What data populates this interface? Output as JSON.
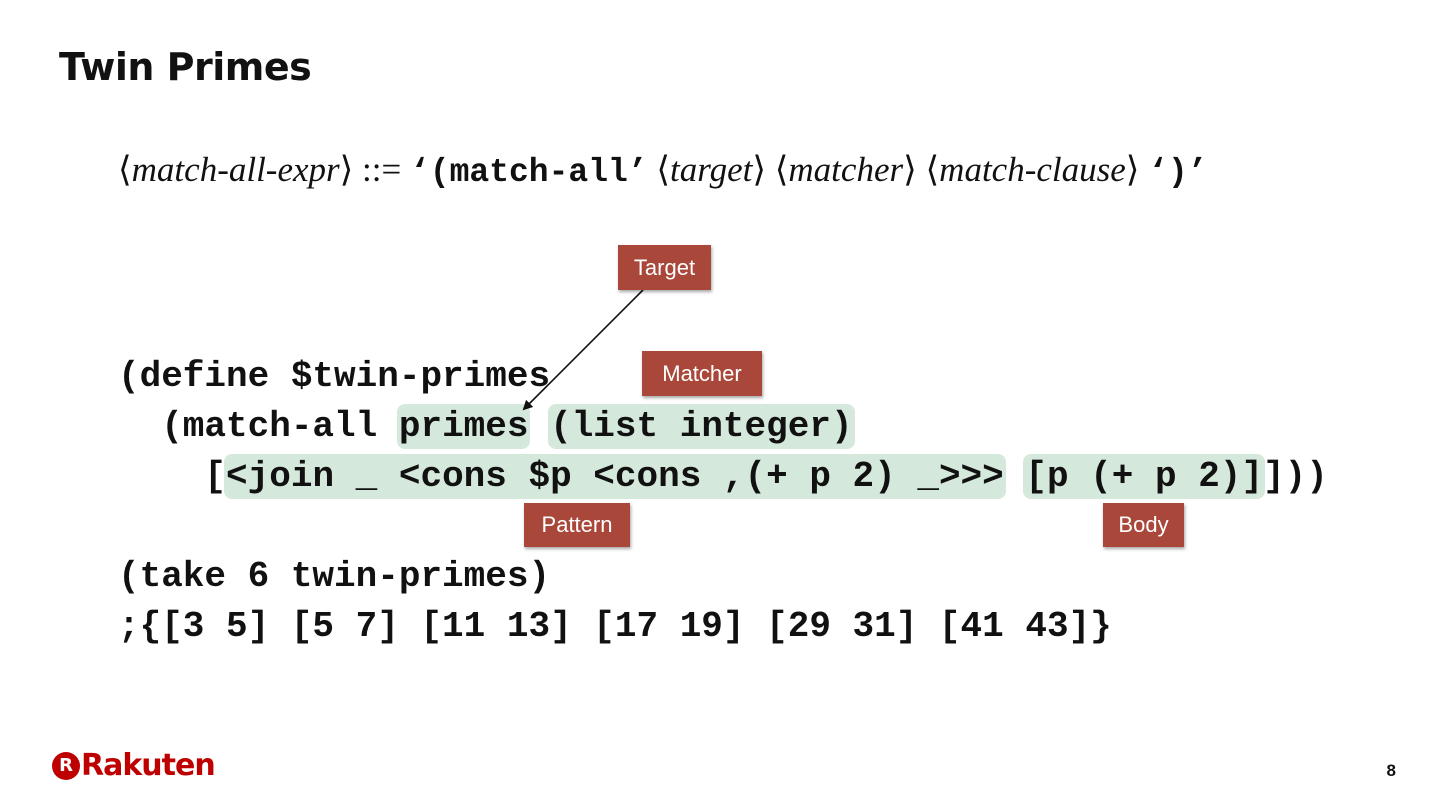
{
  "slide": {
    "title": "Twin Primes",
    "page_number": "8"
  },
  "grammar": {
    "lhs": "match-all-expr",
    "define_symbol": " ::= ",
    "open_quote_term": "‘(match-all’",
    "target": "target",
    "matcher": "matcher",
    "match_clause": "match-clause",
    "close_quote_term": "‘)’"
  },
  "code": {
    "line1": "(define $twin-primes",
    "line2_prefix": "  (match-all ",
    "line2_target": "primes",
    "line2_matcher": "(list integer)",
    "line2_suffix": "",
    "line3_prefix": "    [",
    "line3_pattern": "<join _ <cons $p <cons ,(+ p 2) _>>>",
    "line3_body": "[p (+ p 2)]",
    "line3_suffix": "]))",
    "line4": "",
    "line5": "(take 6 twin-primes)",
    "line6": ";{[3 5] [5 7] [11 13] [17 19] [29 31] [41 43]}"
  },
  "annotations": {
    "target_label": "Target",
    "matcher_label": "Matcher",
    "pattern_label": "Pattern",
    "body_label": "Body"
  },
  "branding": {
    "logo_glyph": "R",
    "logo_text": "Rakuten",
    "logo_color": "#bf0000"
  },
  "colors": {
    "tag_bg": "#a9473a",
    "highlight_bg": "#d5e8dc"
  }
}
